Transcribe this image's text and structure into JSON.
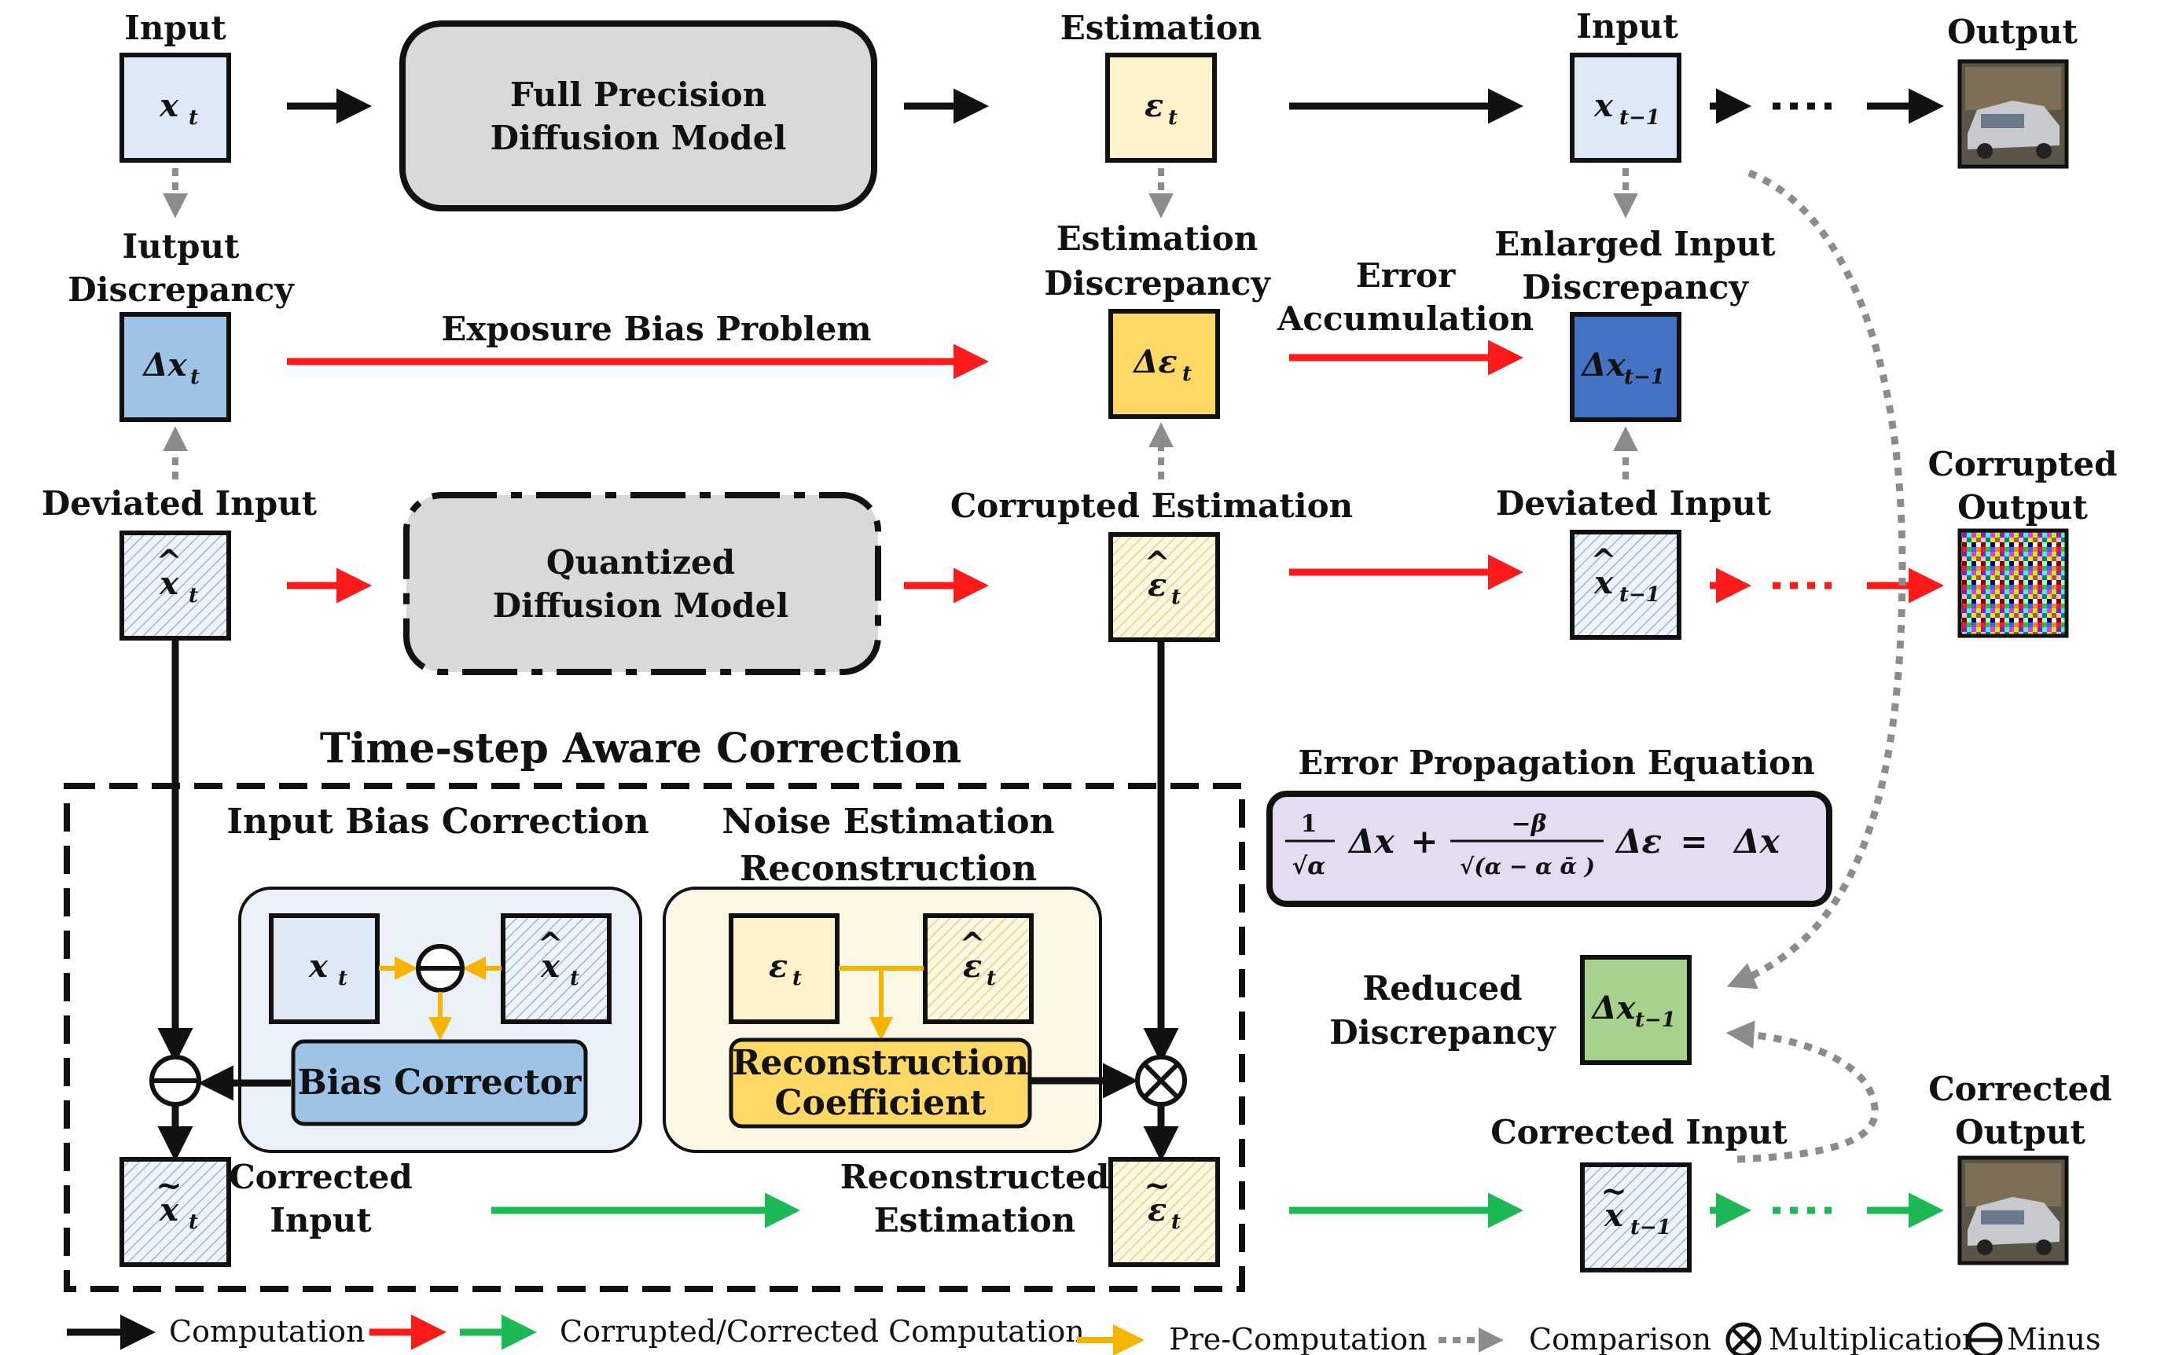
{
  "labels": {
    "input_top_left": "Input",
    "estimation_top": "Estimation",
    "input_top_right": "Input",
    "output_top": "Output",
    "input_discrepancy_1": "Iutput",
    "input_discrepancy_2": "Discrepancy",
    "estimation_discrepancy_1": "Estimation",
    "estimation_discrepancy_2": "Discrepancy",
    "error_accumulation_1": "Error",
    "error_accumulation_2": "Accumulation",
    "enlarged_discrepancy_1": "Enlarged Input",
    "enlarged_discrepancy_2": "Discrepancy",
    "exposure_bias": "Exposure Bias Problem",
    "deviated_input_left": "Deviated Input",
    "corrupted_estimation": "Corrupted Estimation",
    "deviated_input_right": "Deviated Input",
    "corrupted_output_1": "Corrupted",
    "corrupted_output_2": "Output",
    "full_precision_1": "Full Precision",
    "full_precision_2": "Diffusion Model",
    "quantized_1": "Quantized",
    "quantized_2": "Diffusion Model",
    "tac_title": "Time-step Aware Correction",
    "input_bias_correction": "Input Bias Correction",
    "noise_est_recon_1": "Noise Estimation",
    "noise_est_recon_2": "Reconstruction",
    "bias_corrector": "Bias Corrector",
    "recon_coeff_1": "Reconstruction",
    "recon_coeff_2": "Coefficient",
    "corrected_input_left_1": "Corrected",
    "corrected_input_left_2": "Input",
    "reconstructed_estimation_1": "Reconstructed",
    "reconstructed_estimation_2": "Estimation",
    "error_prop_title": "Error Propagation Equation",
    "reduced_discrepancy_1": "Reduced",
    "reduced_discrepancy_2": "Discrepancy",
    "corrected_input_right": "Corrected Input",
    "corrected_output_1": "Corrected",
    "corrected_output_2": "Output"
  },
  "symbols": {
    "x_t": "x",
    "t_sub": "t",
    "t1_sub": "t−1",
    "eps": "ε",
    "delta_x": "Δx",
    "delta_eps": "Δε"
  },
  "equation": {
    "one": "1",
    "sqrt_alpha_t": "√α",
    "delta_x_t": "Δx",
    "plus": "+",
    "neg_beta": "−β",
    "sqrt_den": "√(α  − α ᾱ )",
    "delta_eps_t": "Δε",
    "equals": "=",
    "delta_x_t1": "Δx"
  },
  "legend": {
    "computation": "Computation",
    "corrupted_corrected": "Corrupted/Corrected Computation",
    "pre_computation": "Pre-Computation",
    "comparison": "Comparison",
    "multiplication": "Multiplication",
    "minus": "Minus"
  },
  "colors": {
    "black": "#111111",
    "red": "#ff1a1a",
    "green": "#1db954",
    "orange": "#f5b400",
    "gray": "#8c8c8c",
    "box_light_blue": "#dde9f7",
    "box_cream": "#fff3cc",
    "box_mid_blue": "#9dc3e6",
    "box_gold": "#ffd966",
    "box_deep_blue": "#4472c4",
    "box_green": "#a9d18e",
    "model_gray": "#d9d9d9",
    "equation_bg": "#e4dcf0",
    "bias_corrector_bg": "#9dc3e6",
    "recon_coeff_bg": "#ffd966"
  }
}
